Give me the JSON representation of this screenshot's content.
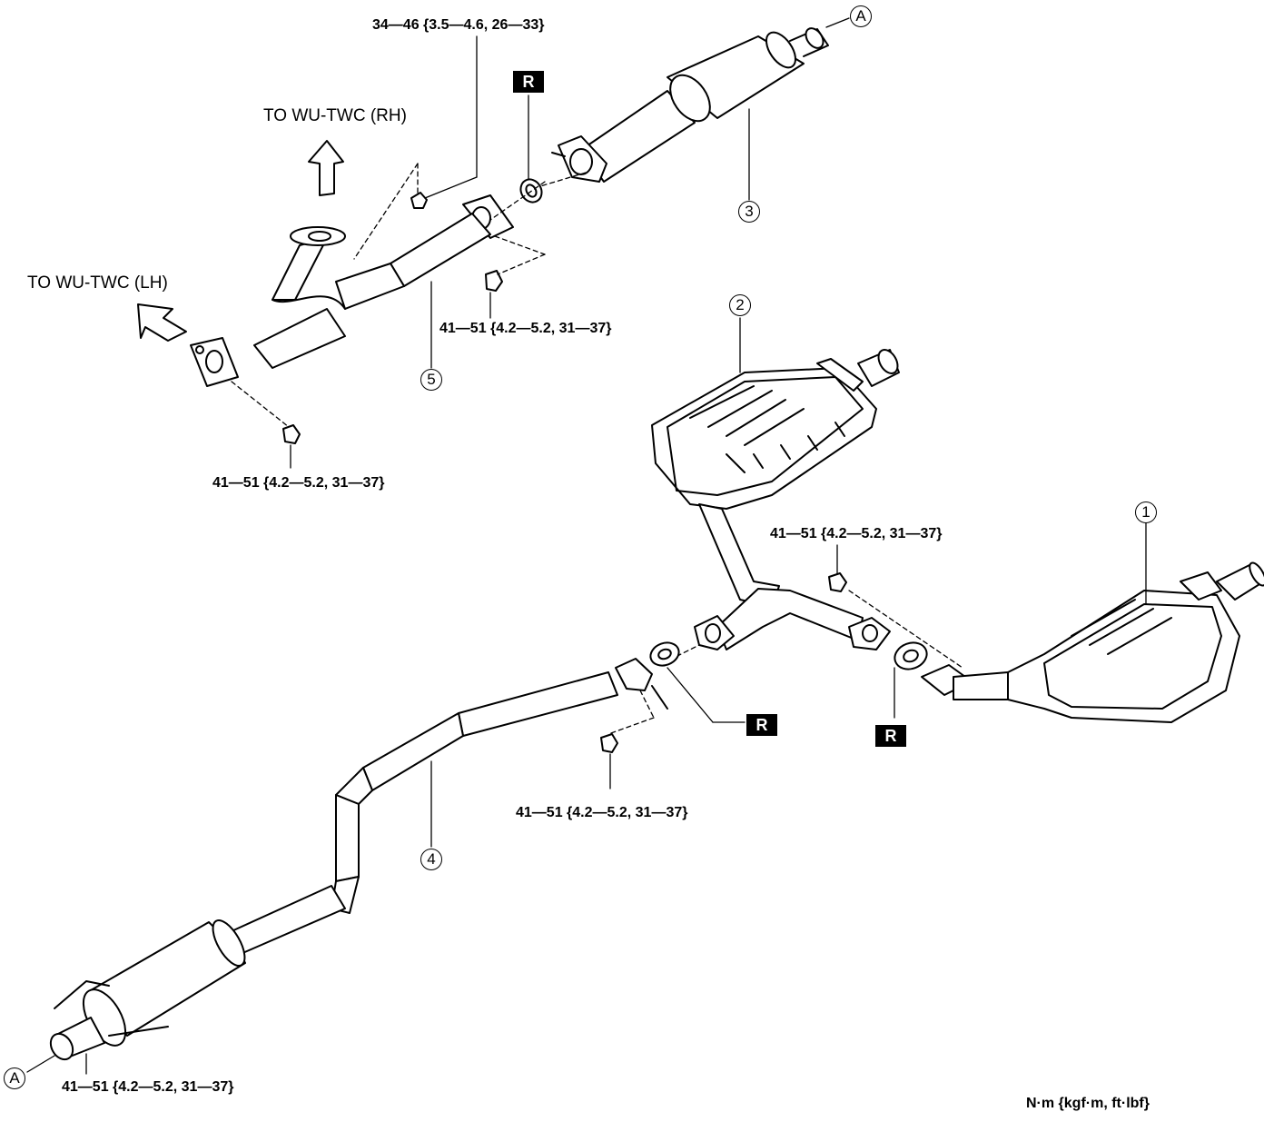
{
  "torque_labels": {
    "top_center": "34—46 {3.5—4.6, 26—33}",
    "mid_pipe5": "41—51 {4.2—5.2, 31—37}",
    "lower_left_pipe5": "41—51 {4.2—5.2, 31—37}",
    "right_upper": "41—51 {4.2—5.2, 31—37}",
    "middle_pipe4": "41—51 {4.2—5.2, 31—37}",
    "bottom_left": "41—51 {4.2—5.2, 31—37}"
  },
  "direction_labels": {
    "rh": "TO WU-TWC (RH)",
    "lh": "TO WU-TWC (LH)"
  },
  "callouts": {
    "c1": "1",
    "c2": "2",
    "c3": "3",
    "c4": "4",
    "c5": "5",
    "a_top": "A",
    "a_bottom": "A"
  },
  "replace_badges": {
    "r_top": "R",
    "r_mid": "R",
    "r_right": "R"
  },
  "units_note": "N·m {kgf·m, ft·lbf}"
}
